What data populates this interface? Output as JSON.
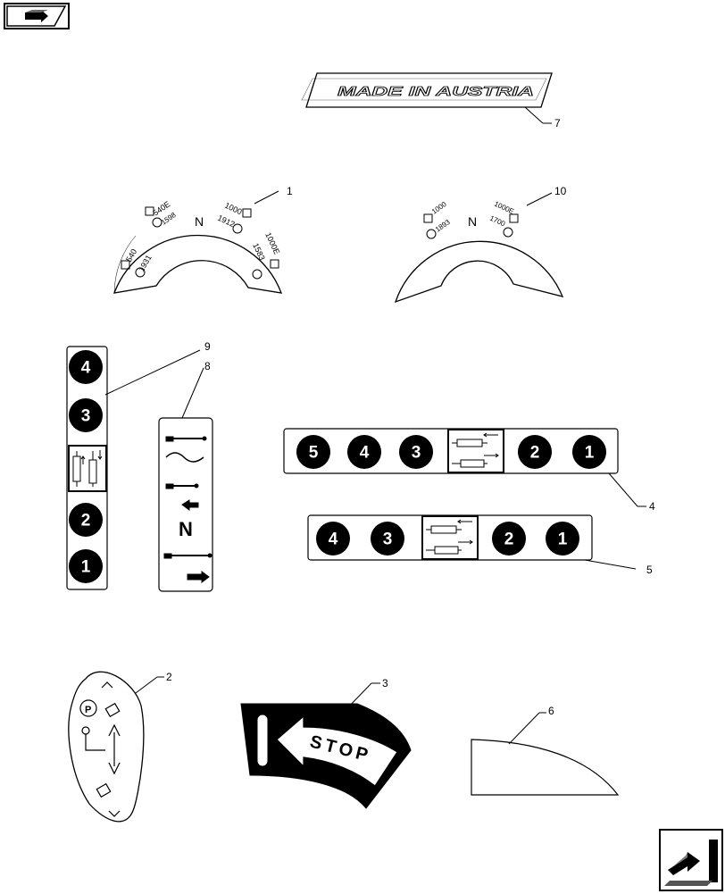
{
  "nav": {
    "prev_icon": "page-back-icon",
    "next_icon": "page-forward-icon"
  },
  "decals": {
    "made_in_austria": {
      "text": "MADE IN AUSTRIA",
      "callout": "7"
    },
    "pto_dial_1": {
      "callout": "1",
      "neutral": "N",
      "labels": [
        "540",
        "1931",
        "540E",
        "1598",
        "1000",
        "1912",
        "1000E",
        "1583"
      ]
    },
    "pto_dial_10": {
      "callout": "10",
      "neutral": "N",
      "labels": [
        "1000",
        "1893",
        "1000E",
        "1700"
      ]
    },
    "strip_9": {
      "callout": "9",
      "gears": [
        "4",
        "3",
        "2",
        "1"
      ]
    },
    "strip_8": {
      "callout": "8",
      "neutral_symbol": "N"
    },
    "strip_4": {
      "callout": "4",
      "gears": [
        "5",
        "4",
        "3",
        "2",
        "1"
      ]
    },
    "strip_5": {
      "callout": "5",
      "gears": [
        "4",
        "3",
        "2",
        "1"
      ]
    },
    "joystick_2": {
      "callout": "2",
      "park_symbol": "P"
    },
    "stop_3": {
      "text": "STOP",
      "callout": "3"
    },
    "plain_6": {
      "callout": "6"
    }
  }
}
